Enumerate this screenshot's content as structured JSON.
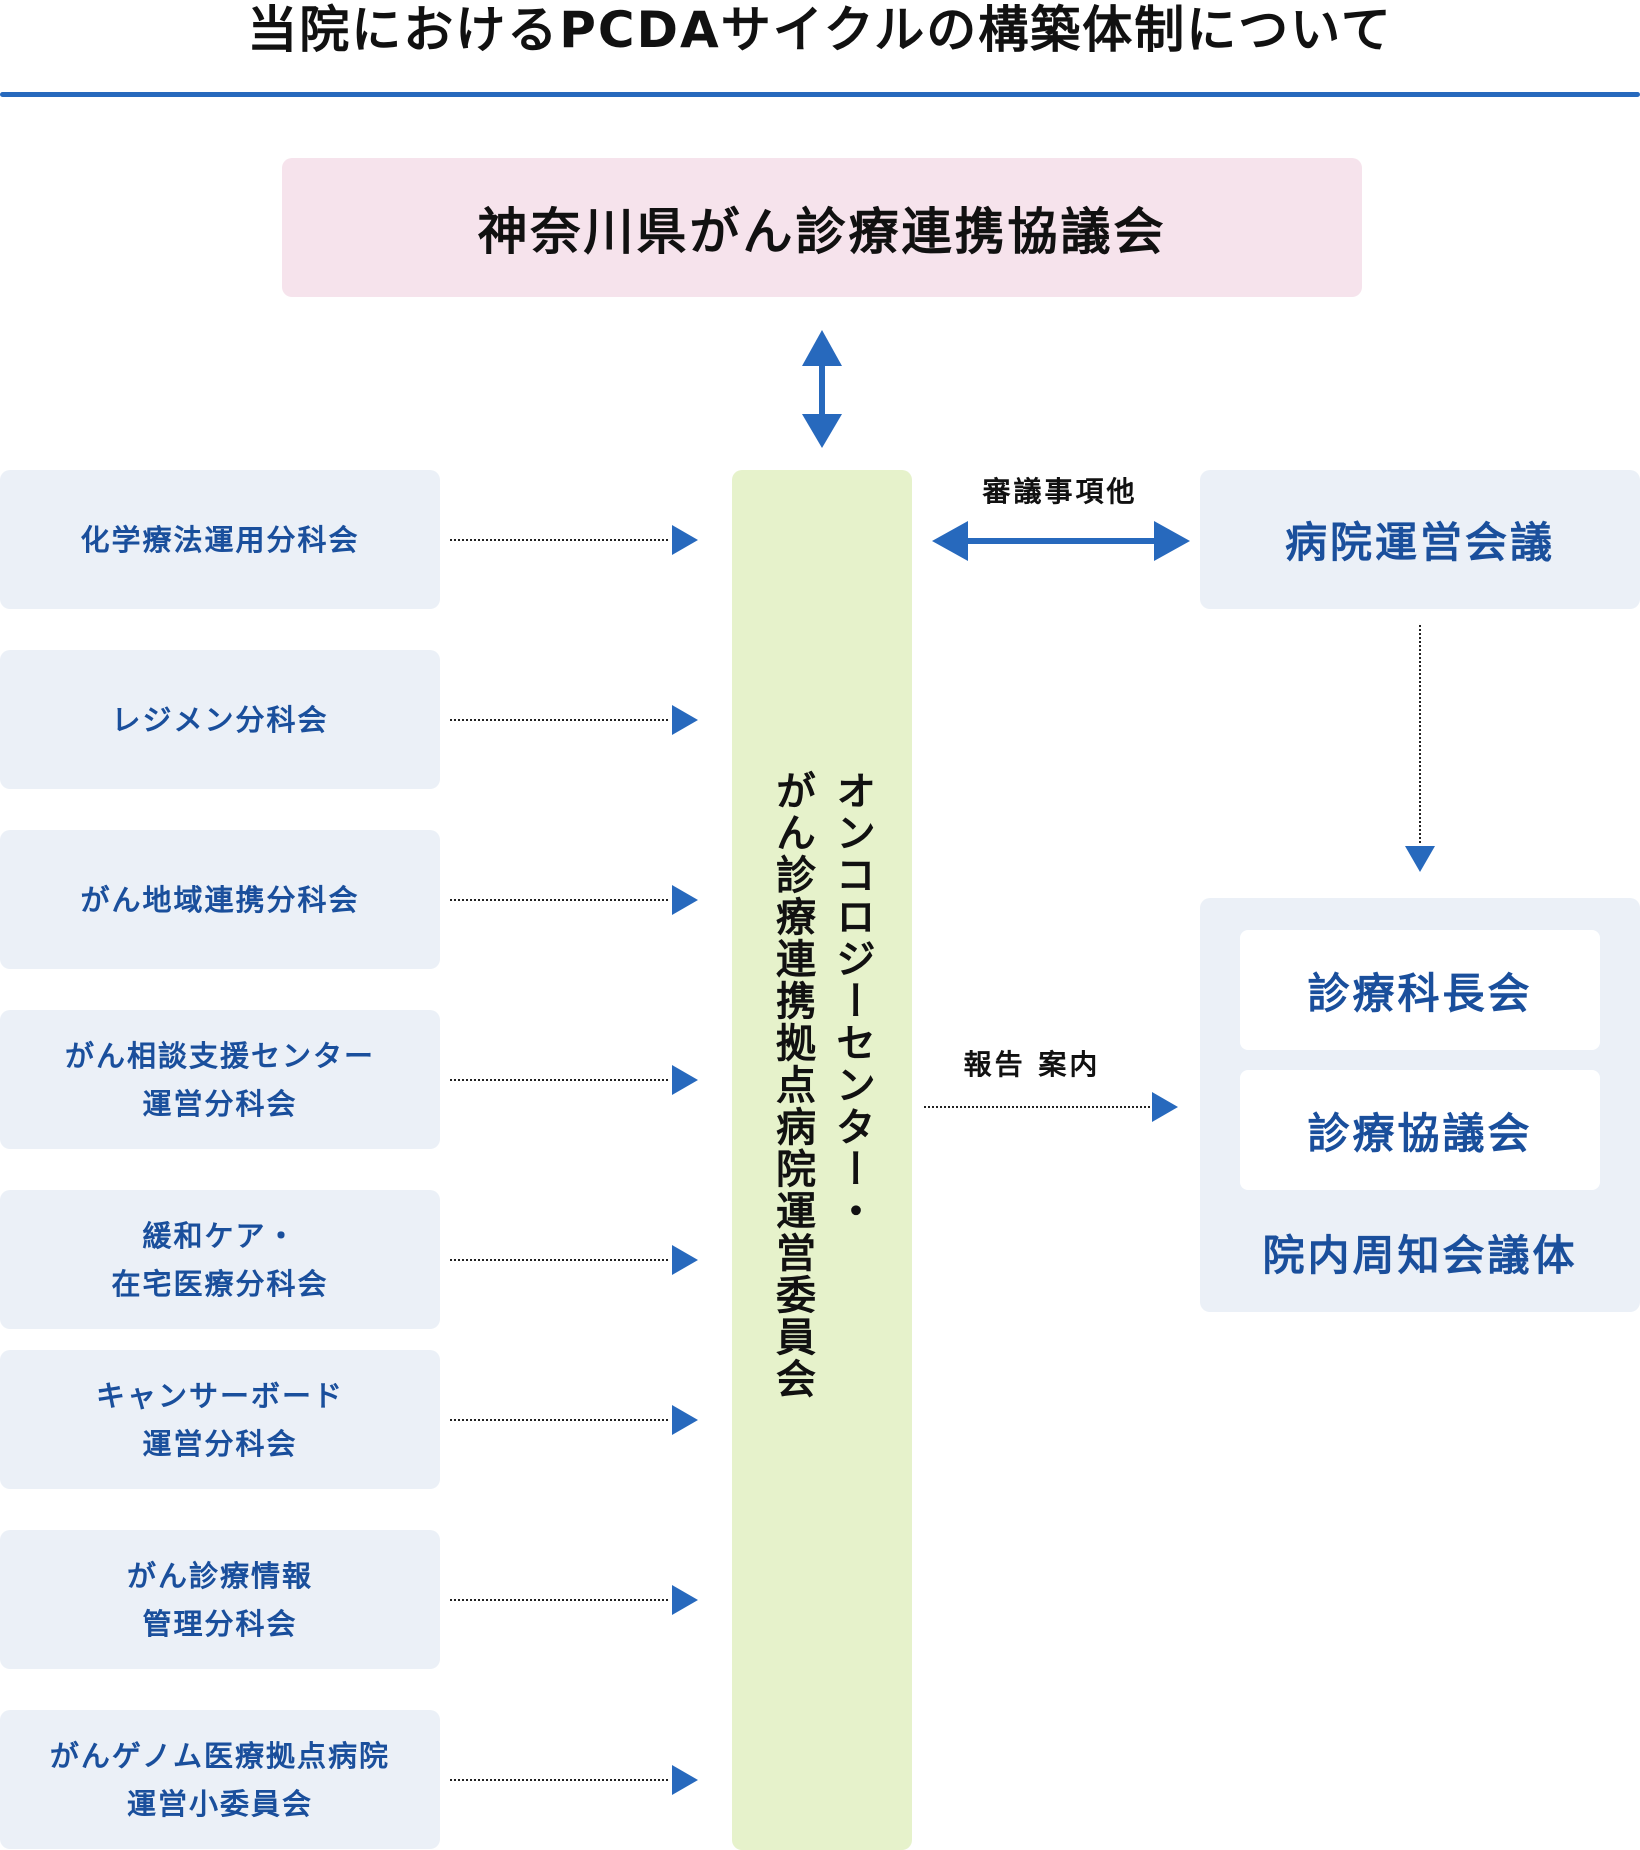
{
  "title": "当院におけるPCDAサイクルの構築体制について",
  "colors": {
    "accent_blue": "#2769bd",
    "text_blue": "#1a4f9c",
    "pink_box": "#f6e3ec",
    "green_column": "#e6f2cb",
    "light_box": "#ebf0f7"
  },
  "top_box": {
    "label": "神奈川県がん診療連携協議会"
  },
  "center_column": {
    "line1": "オンコロジーセンター・",
    "line2": "がん診療連携拠点病院運営委員会"
  },
  "subcommittees": [
    {
      "lines": [
        "化学療法運用分科会"
      ]
    },
    {
      "lines": [
        "レジメン分科会"
      ]
    },
    {
      "lines": [
        "がん地域連携分科会"
      ]
    },
    {
      "lines": [
        "がん相談支援センター",
        "運営分科会"
      ]
    },
    {
      "lines": [
        "緩和ケア・",
        "在宅医療分科会"
      ]
    },
    {
      "lines": [
        "キャンサーボード",
        "運営分科会"
      ]
    },
    {
      "lines": [
        "がん診療情報",
        "管理分科会"
      ]
    },
    {
      "lines": [
        "がんゲノム医療拠点病院",
        "運営小委員会"
      ]
    }
  ],
  "right": {
    "arrow_label_top": "審議事項他",
    "hospital_meeting": "病院運営会議",
    "arrow_label_bottom": "報告 案内",
    "inner_boxes": [
      "診療科長会",
      "診療協議会"
    ],
    "group_label": "院内周知会議体"
  }
}
